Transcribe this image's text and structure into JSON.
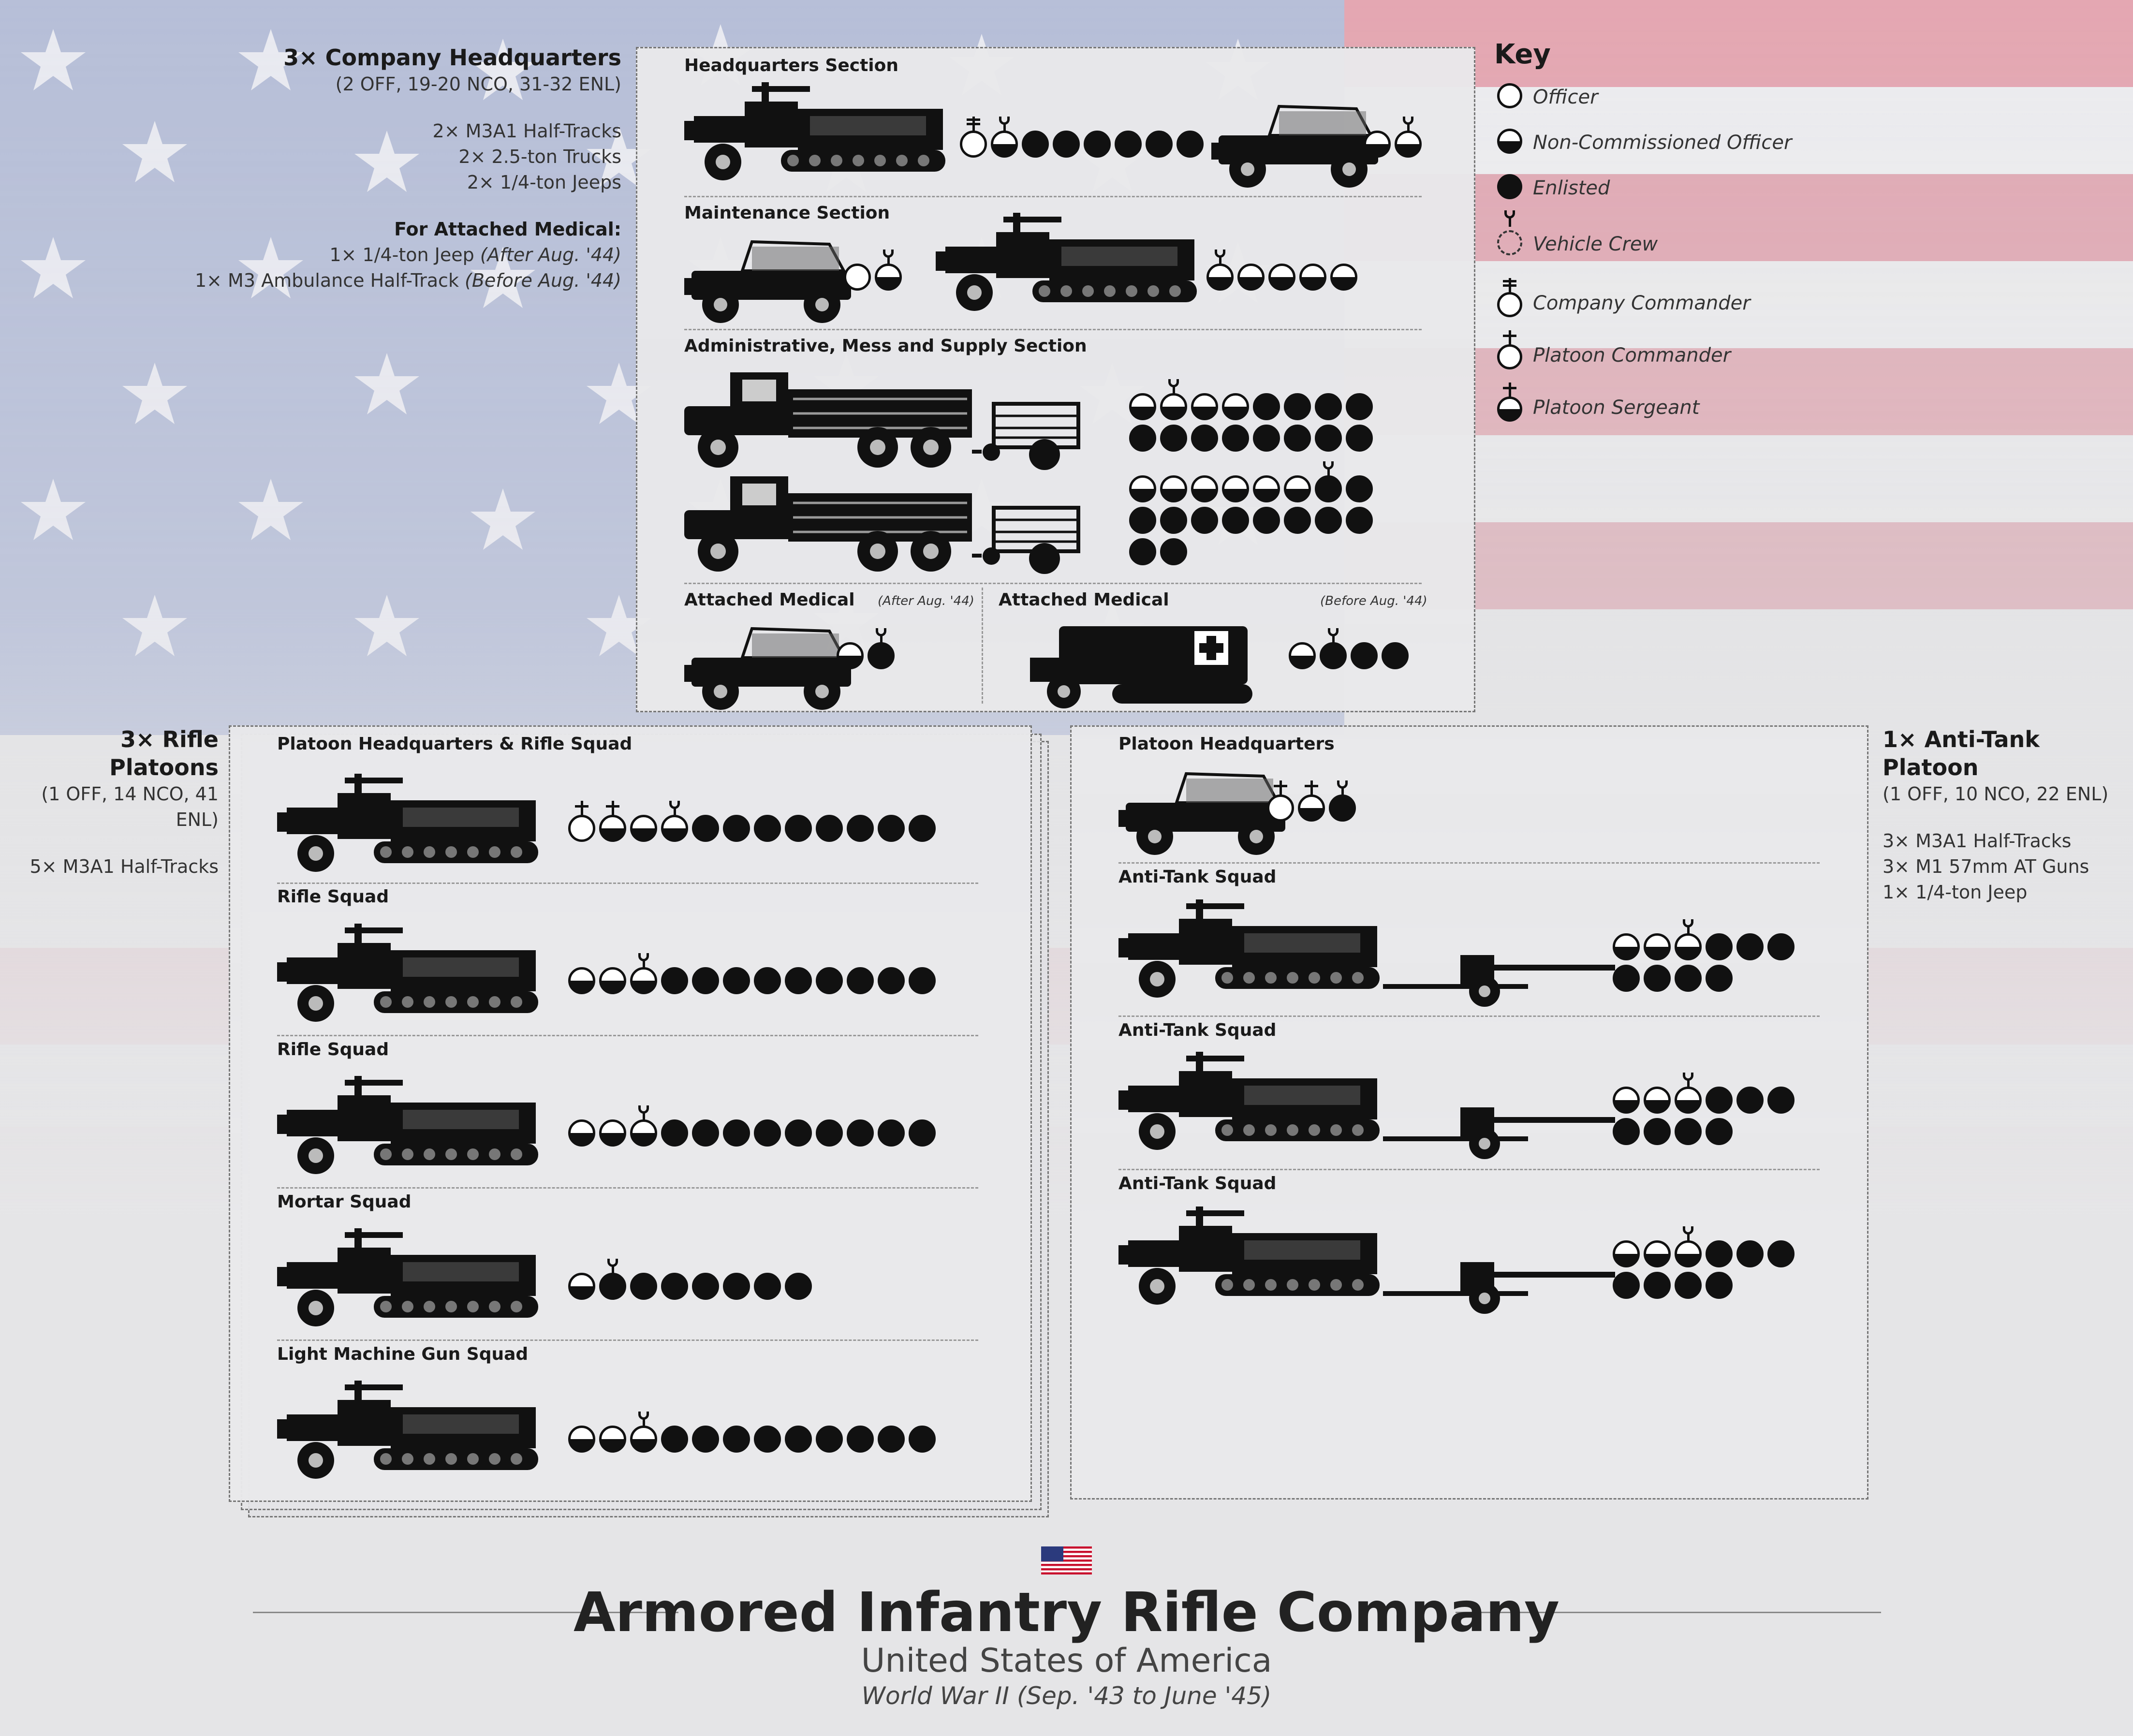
{
  "title": "Armored Infantry Rifle Company",
  "subtitle": "United States of America",
  "period": "World War II (Sep. '43 to June '45)",
  "company_hq": {
    "heading": "3× Company Headquarters",
    "strength": "(2 OFF, 19-20 NCO, 31-32 ENL)",
    "equipment": [
      "2× M3A1 Half-Tracks",
      "2× 2.5-ton Trucks",
      "2× 1/4-ton Jeeps"
    ],
    "medical_heading": "For Attached Medical:",
    "medical_items": [
      {
        "text": "1× 1/4-ton Jeep ",
        "note": "(After Aug. '44)"
      },
      {
        "text": "1× M3 Ambulance Half-Track ",
        "note": "(Before Aug. '44)"
      }
    ],
    "sections": {
      "hq": "Headquarters Section",
      "maintenance": "Maintenance Section",
      "admin": "Administrative, Mess and Supply Section",
      "medical_a": "Attached Medical",
      "medical_a_note": "(After Aug. '44)",
      "medical_b": "Attached Medical",
      "medical_b_note": "(Before Aug. '44)"
    }
  },
  "rifle_platoons": {
    "heading": "3× Rifle Platoons",
    "strength": "(1 OFF, 14 NCO, 41 ENL)",
    "equipment": [
      "5× M3A1 Half-Tracks"
    ],
    "squads": [
      "Platoon Headquarters & Rifle Squad",
      "Rifle Squad",
      "Rifle Squad",
      "Mortar Squad",
      "Light Machine Gun Squad"
    ]
  },
  "at_platoon": {
    "heading": "1× Anti-Tank Platoon",
    "strength": "(1 OFF, 10 NCO, 22 ENL)",
    "equipment": [
      "3× M3A1 Half-Tracks",
      "3× M1 57mm AT Guns",
      "1× 1/4-ton Jeep"
    ],
    "squads": [
      "Platoon Headquarters",
      "Anti-Tank Squad",
      "Anti-Tank Squad",
      "Anti-Tank Squad"
    ]
  },
  "key": {
    "title": "Key",
    "items": [
      {
        "type": "o",
        "label": "Officer"
      },
      {
        "type": "n",
        "label": "Non-Commissioned Officer"
      },
      {
        "type": "e",
        "label": "Enlisted"
      },
      {
        "type": "vc",
        "label": ""
      },
      {
        "type": "v",
        "label": "Vehicle Crew"
      },
      {
        "type": "cc",
        "label": "Company Commander"
      },
      {
        "type": "pc",
        "label": "Platoon Commander"
      },
      {
        "type": "ps",
        "label": "Platoon Sergeant"
      }
    ]
  },
  "personnel": [
    [
      "o-cc",
      "n-vc",
      "e",
      "e",
      "e",
      "e",
      "e",
      "e"
    ],
    [
      "n",
      "n-vc"
    ],
    [
      "o",
      "n-vc"
    ],
    [
      "n-vc",
      "n",
      "n",
      "n",
      "n"
    ],
    [
      "n",
      "n-vc",
      "n",
      "n",
      "e",
      "e",
      "e",
      "e"
    ],
    [
      "e",
      "e",
      "e",
      "e",
      "e",
      "e",
      "e",
      "e"
    ],
    [
      "n",
      "n",
      "n",
      "n",
      "n",
      "n",
      "e-vc",
      "e"
    ],
    [
      "e",
      "e",
      "e",
      "e",
      "e",
      "e",
      "e",
      "e"
    ],
    [
      "e",
      "e"
    ],
    [
      "n",
      "e-vc"
    ],
    [
      "n",
      "e-vc",
      "e",
      "e"
    ],
    [
      "o-pc",
      "n-pc",
      "n",
      "n-vc",
      "e",
      "e",
      "e",
      "e",
      "e",
      "e",
      "e",
      "e"
    ],
    [
      "n",
      "n",
      "n-vc",
      "e",
      "e",
      "e",
      "e",
      "e",
      "e",
      "e",
      "e",
      "e"
    ],
    [
      "n",
      "n",
      "n-vc",
      "e",
      "e",
      "e",
      "e",
      "e",
      "e",
      "e",
      "e",
      "e"
    ],
    [
      "n",
      "e-vc",
      "e",
      "e",
      "e",
      "e",
      "e",
      "e"
    ],
    [
      "n",
      "n",
      "n-vc",
      "e",
      "e",
      "e",
      "e",
      "e",
      "e",
      "e",
      "e",
      "e"
    ],
    [
      "o-pc",
      "n-pc",
      "e-vc"
    ],
    [
      "n",
      "n",
      "n-vc",
      "e",
      "e",
      "e"
    ],
    [
      "e",
      "e",
      "e",
      "e"
    ],
    [
      "n",
      "n",
      "n-vc",
      "e",
      "e",
      "e"
    ],
    [
      "e",
      "e",
      "e",
      "e"
    ],
    [
      "n",
      "n",
      "n-vc",
      "e",
      "e",
      "e"
    ],
    [
      "e",
      "e",
      "e",
      "e"
    ]
  ],
  "colors": {
    "flag_red": "#c8102e",
    "flag_blue": "#2b3a7d",
    "ink": "#111111",
    "panel": "#e8e8ea"
  }
}
